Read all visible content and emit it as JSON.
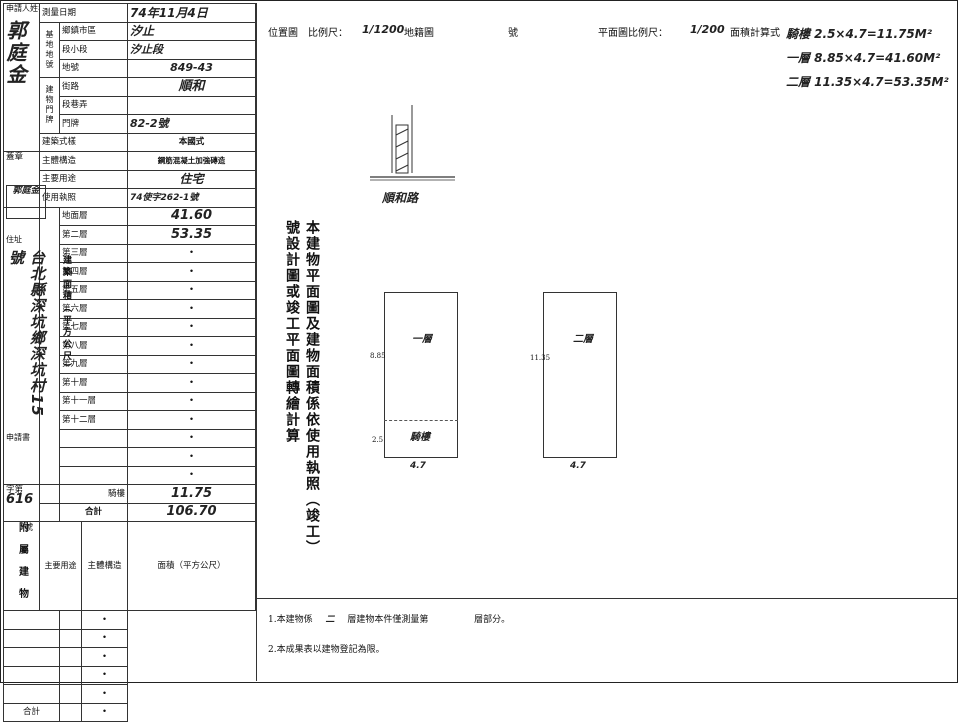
{
  "form": {
    "applicant_label": "申請人姓名",
    "applicant_name": "郭庭金",
    "seal_label": "蓋章",
    "seal_text": "郭庭金",
    "address_label": "住址",
    "address_value": "台北縣深坑鄉深坑村15號",
    "applicant_no_label": "申請書",
    "word_label": "字第",
    "applicant_no_value": "616",
    "number_suffix": "號",
    "survey_date_label": "測量日期",
    "survey_date_value": "74年11月4日",
    "base_location_label": "基地地號",
    "township_label": "鄉鎮市區",
    "township_value": "汐止",
    "section_label": "段小段",
    "section_value": "汐止段",
    "lot_label": "地號",
    "lot_value": "849-43",
    "door_label": "建物門牌",
    "street_label": "街路",
    "street_value": "順和",
    "lane_label": "段巷弄",
    "number_label": "門牌",
    "number_value": "82-2號",
    "building_type_label": "建築式樣",
    "building_type_value": "本國式",
    "structure_label": "主體構造",
    "structure_value": "鋼筋混凝土加強磚造",
    "use_label": "主要用途",
    "use_value": "住宅",
    "permit_label": "使用執照",
    "permit_value": "74使字262-1號",
    "area_group_label": "建築面積（平方公尺）",
    "floors": [
      {
        "label": "地面層",
        "value": "41.60"
      },
      {
        "label": "第二層",
        "value": "53.35"
      },
      {
        "label": "第三層",
        "value": "•"
      },
      {
        "label": "第四層",
        "value": "•"
      },
      {
        "label": "第五層",
        "value": "•"
      },
      {
        "label": "第六層",
        "value": "•"
      },
      {
        "label": "第七層",
        "value": "•"
      },
      {
        "label": "第八層",
        "value": "•"
      },
      {
        "label": "第九層",
        "value": "•"
      },
      {
        "label": "第十層",
        "value": "•"
      },
      {
        "label": "第十一層",
        "value": "•"
      },
      {
        "label": "第十二層",
        "value": "•"
      },
      {
        "label": "",
        "value": "•"
      },
      {
        "label": "",
        "value": "•"
      },
      {
        "label": "",
        "value": "•"
      }
    ],
    "arcade_label": "騎樓",
    "arcade_value": "11.75",
    "total_label": "合計",
    "total_value": "106.70",
    "aux_group_label": "附屬建物",
    "aux_use_label": "主要用途",
    "aux_structure_label": "主體構造",
    "aux_area_label": "面積（平方公尺）",
    "aux_rows": [
      "•",
      "•",
      "•",
      "•",
      "•",
      "•"
    ],
    "aux_total_label": "合計"
  },
  "header": {
    "location_label": "位置圖　比例尺：",
    "location_scale": "1/1200",
    "map_label": "地籍圖",
    "map_no_label": "號",
    "plan_label": "平面圖比例尺：",
    "plan_scale": "1/200",
    "area_calc_label": "面積計算式"
  },
  "calc": [
    "騎樓 2.5×4.7=11.75M²",
    "一層 8.85×4.7=41.60M²",
    "二層 11.35×4.7=53.35M²"
  ],
  "location_map": {
    "road_label": "順和路"
  },
  "notice": "本建物平面圖及建物面積係依使用執照（竣工）號設計圖或竣工平面圖轉繪計算",
  "plans": {
    "floor1_label": "一層",
    "floor1_arcade": "騎樓",
    "floor1_width": "4.7",
    "floor1_dim_main": "8.85",
    "floor1_dim_arcade": "2.5",
    "floor2_label": "二層",
    "floor2_width": "4.7",
    "floor2_dim": "11.35"
  },
  "footer": {
    "note1_prefix": "1.本建物係",
    "note1_value": "二",
    "note1_suffix": "層建物本件僅測量第",
    "note1_end": "層部分。",
    "note2": "2.本成果表以建物登記為限。"
  }
}
